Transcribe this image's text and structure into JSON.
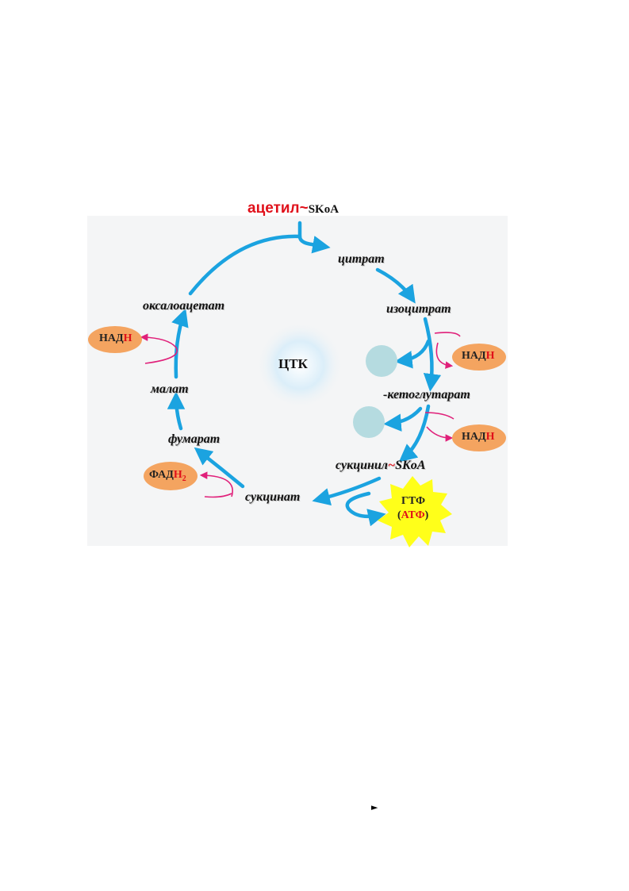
{
  "title": {
    "part1": "ацетил~",
    "part2": "SKoA"
  },
  "center": "ЦТК",
  "metabolites": {
    "citrate": "цитрат",
    "isocitrate": "изоцитрат",
    "ketoglutarate": "-кетоглутарат",
    "succinyl_base": "сукцинил",
    "succinyl_tilde": "~",
    "succinyl_coa": "SKoA",
    "succinate": "сукцинат",
    "fumarate": "фумарат",
    "malate": "малат",
    "oxaloacetate": "оксалоацетат"
  },
  "cofactors": {
    "nad_base": "НАД",
    "nad_h": "Н",
    "fad_base": "ФАД",
    "fad_h": "Н",
    "fad_sub": "2",
    "gtf": "ГТФ",
    "paren_open": "(",
    "atf": "АТФ",
    "paren_close": ")"
  },
  "footer_mark": "►",
  "colors": {
    "arrow_blue": "#1ba3e0",
    "magenta": "#e0207a",
    "orange": "#f4a460",
    "red": "#e0101a",
    "yellow": "#ffff1a",
    "circle": "#b5dbe0"
  }
}
